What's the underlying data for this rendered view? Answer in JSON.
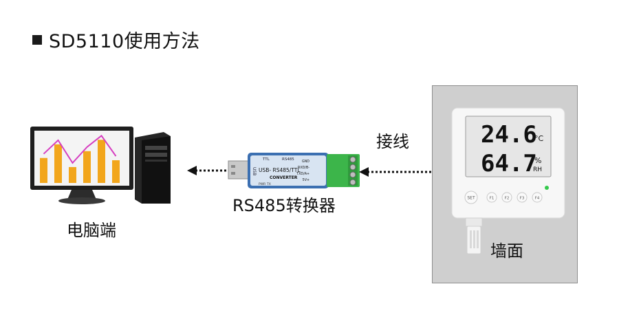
{
  "title": "SD5110使用方法",
  "labels": {
    "computer": "电脑端",
    "converter": "RS485转换器",
    "wiring": "接线",
    "wall": "墙面"
  },
  "converter_device": {
    "usb_label": "USB",
    "top_left": "TTL",
    "top_center": "RS485",
    "model": "USB- RS485/TTL",
    "sub": "CONVERTER",
    "bottom_left": "PWR",
    "bottom_right": "TX",
    "pins": [
      "GND",
      "RXD/B-",
      "TXD/A+",
      "5V+"
    ]
  },
  "sensor": {
    "temperature": "24.6",
    "temp_unit": "°C",
    "humidity": "64.7",
    "hum_unit": "%",
    "hum_sub": "RH",
    "buttons": [
      "SET",
      "F1",
      "F2",
      "F3",
      "F4"
    ]
  },
  "chart_bars": [
    0.55,
    0.85,
    0.35,
    0.7,
    0.95,
    0.5
  ],
  "colors": {
    "bar": "#f2a61c",
    "line": "#d63ec0",
    "terminal": "#3cb54a",
    "converter_body": "#3b6fb1"
  }
}
